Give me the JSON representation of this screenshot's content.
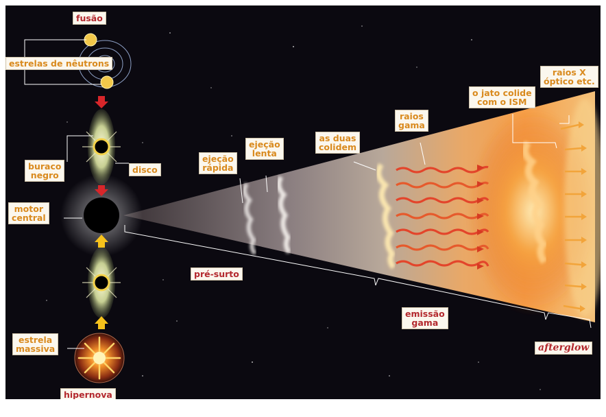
{
  "labels": {
    "fusao": "fusão",
    "estrelas_neutrons": "estrelas de nêutrons",
    "buraco_negro": [
      "buraco",
      "negro"
    ],
    "disco": "disco",
    "motor_central": [
      "motor",
      "central"
    ],
    "estrela_massiva": [
      "estrela",
      "massiva"
    ],
    "hipernova": "hipernova",
    "ejecao_rapida": [
      "ejeção",
      "rápida"
    ],
    "ejecao_lenta": [
      "ejeção",
      "lenta"
    ],
    "as_duas_colidem": [
      "as duas",
      "colidem"
    ],
    "raios_gama": [
      "raios",
      "gama"
    ],
    "jato_colide": [
      "o jato colide",
      "com o ISM"
    ],
    "raios_x": [
      "raios X",
      "óptico etc."
    ],
    "pre_surto": "pré-surto",
    "emissao_gama": [
      "emissão",
      "gama"
    ],
    "afterglow": "afterglow"
  },
  "colors": {
    "label_orange": "#d98a1e",
    "label_red": "#b3282d",
    "label_bg": "#fbf7ee",
    "background": "#0b0910",
    "jet_orange": "#f08a2a",
    "arrow_red": "#d8262a",
    "arrow_yellow": "#f6c21c"
  }
}
